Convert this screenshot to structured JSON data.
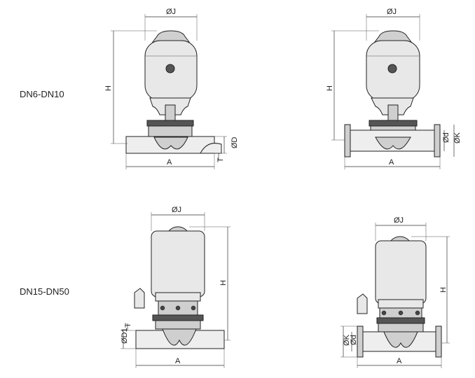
{
  "rows": [
    {
      "label": "DN6-DN10"
    },
    {
      "label": "DN15-DN50"
    }
  ],
  "dims": {
    "j": "ØJ",
    "h": "H",
    "a": "A",
    "d": "ØD",
    "t": "T",
    "d_small": "Ød",
    "k": "ØK",
    "d1": "ØD1"
  }
}
